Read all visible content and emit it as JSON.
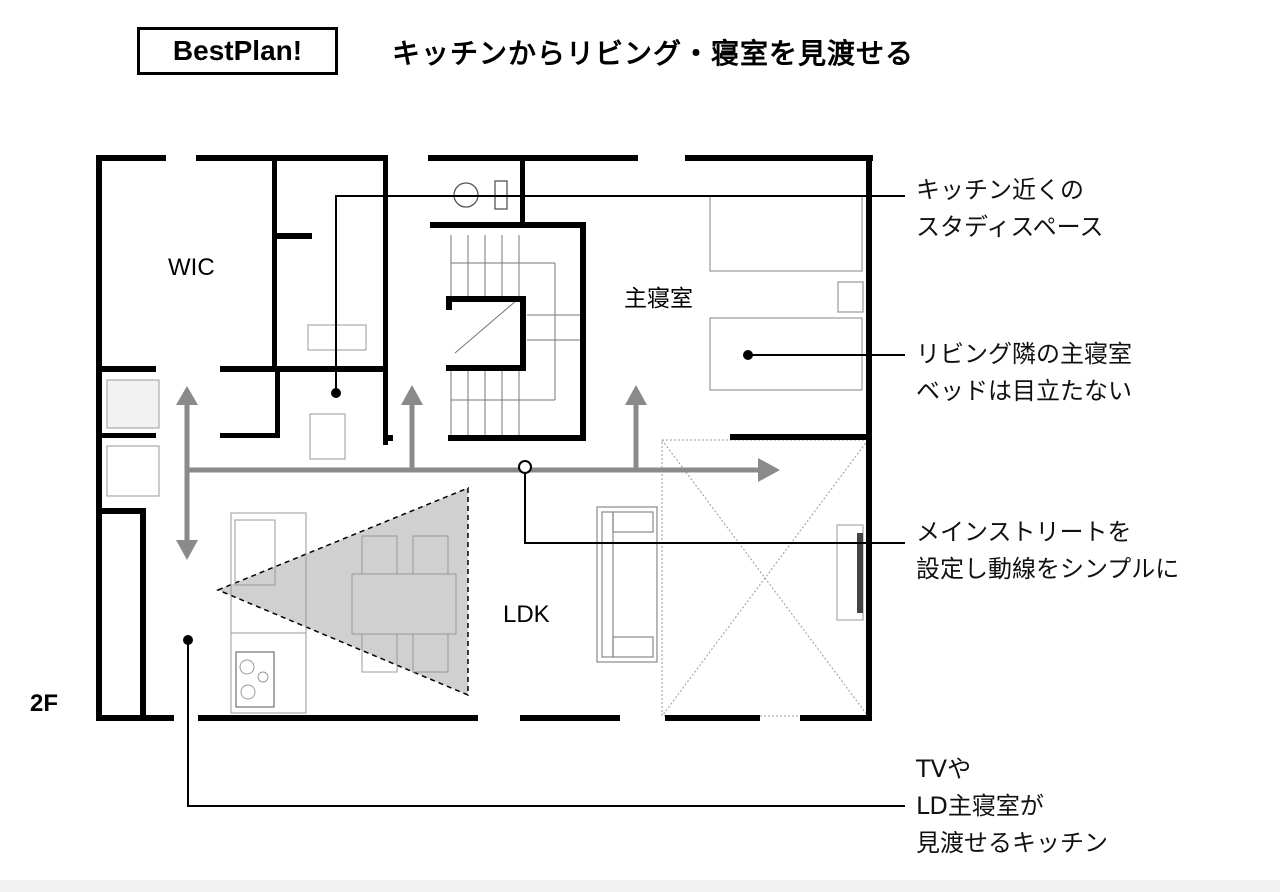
{
  "header": {
    "badge": "BestPlan!",
    "title": "キッチンからリビング・寝室を見渡せる"
  },
  "floor_label": "2F",
  "rooms": {
    "wic": "WIC",
    "master_bedroom": "主寝室",
    "ldk": "LDK"
  },
  "callouts": [
    {
      "lines": [
        "キッチン近くの",
        "スタディスペース"
      ]
    },
    {
      "lines": [
        "リビング隣の主寝室",
        "ベッドは目立たない"
      ]
    },
    {
      "lines": [
        "メインストリートを",
        "設定し動線をシンプルに"
      ]
    },
    {
      "lines": [
        "TVや",
        "LD主寝室が",
        "見渡せるキッチン"
      ]
    }
  ],
  "colors": {
    "wall": "#000000",
    "arrow": "#8a8a8a",
    "view_cone": "#d0d0d0"
  }
}
